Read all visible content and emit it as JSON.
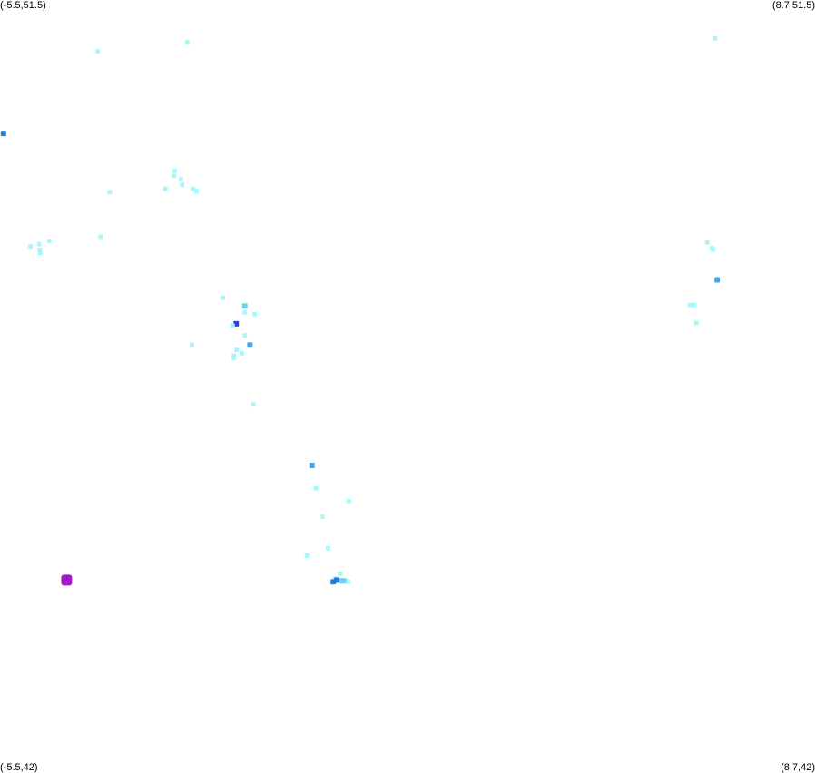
{
  "corners": {
    "top_left": "(-5.5,51.5)",
    "top_right": "(8.7,51.5)",
    "bottom_left": "(-5.5,42)",
    "bottom_right": "(8.7,42)"
  },
  "chart_data": {
    "type": "scatter",
    "xlim": [
      -5.5,
      8.7
    ],
    "ylim": [
      42,
      51.5
    ],
    "legend": "none",
    "grid": false,
    "colors": {
      "low": "#9ef6fb",
      "mid_low": "#5fd3f5",
      "mid": "#3aa0ec",
      "high": "#1f78d8",
      "higher": "#2233dd",
      "peak": "#a010c0"
    },
    "points": [
      {
        "lon": -3.8,
        "lat": 50.87,
        "level": "low"
      },
      {
        "lon": -2.24,
        "lat": 50.98,
        "level": "low"
      },
      {
        "lon": 6.94,
        "lat": 51.03,
        "level": "low"
      },
      {
        "lon": -5.44,
        "lat": 49.86,
        "level": "high"
      },
      {
        "lon": -2.46,
        "lat": 49.4,
        "level": "low"
      },
      {
        "lon": -2.47,
        "lat": 49.34,
        "level": "low"
      },
      {
        "lon": -2.35,
        "lat": 49.3,
        "level": "low"
      },
      {
        "lon": -2.33,
        "lat": 49.23,
        "level": "low"
      },
      {
        "lon": -2.62,
        "lat": 49.18,
        "level": "low"
      },
      {
        "lon": -2.14,
        "lat": 49.18,
        "level": "low"
      },
      {
        "lon": -2.08,
        "lat": 49.15,
        "level": "low"
      },
      {
        "lon": -4.64,
        "lat": 48.54,
        "level": "low"
      },
      {
        "lon": -4.82,
        "lat": 48.5,
        "level": "low"
      },
      {
        "lon": -4.81,
        "lat": 48.43,
        "level": "low"
      },
      {
        "lon": -4.8,
        "lat": 48.39,
        "level": "low"
      },
      {
        "lon": -4.97,
        "lat": 48.47,
        "level": "low"
      },
      {
        "lon": -3.75,
        "lat": 48.59,
        "level": "low"
      },
      {
        "lon": -3.59,
        "lat": 49.14,
        "level": "low"
      },
      {
        "lon": 6.81,
        "lat": 48.52,
        "level": "low"
      },
      {
        "lon": 6.89,
        "lat": 48.45,
        "level": "low"
      },
      {
        "lon": 6.91,
        "lat": 48.43,
        "level": "low"
      },
      {
        "lon": 6.98,
        "lat": 48.06,
        "level": "mid"
      },
      {
        "lon": 6.51,
        "lat": 47.75,
        "level": "low"
      },
      {
        "lon": 6.58,
        "lat": 47.75,
        "level": "low"
      },
      {
        "lon": 6.62,
        "lat": 47.53,
        "level": "low"
      },
      {
        "lon": -1.62,
        "lat": 47.84,
        "level": "low"
      },
      {
        "lon": -1.24,
        "lat": 47.74,
        "level": "mid_low"
      },
      {
        "lon": -1.24,
        "lat": 47.66,
        "level": "low"
      },
      {
        "lon": -1.07,
        "lat": 47.64,
        "level": "low"
      },
      {
        "lon": -1.39,
        "lat": 47.52,
        "level": "higher"
      },
      {
        "lon": -1.45,
        "lat": 47.5,
        "level": "low"
      },
      {
        "lon": -1.24,
        "lat": 47.38,
        "level": "low"
      },
      {
        "lon": -1.15,
        "lat": 47.26,
        "level": "mid"
      },
      {
        "lon": -1.38,
        "lat": 47.2,
        "level": "low"
      },
      {
        "lon": -1.29,
        "lat": 47.16,
        "level": "low"
      },
      {
        "lon": -1.43,
        "lat": 47.13,
        "level": "low"
      },
      {
        "lon": -1.43,
        "lat": 47.1,
        "level": "low"
      },
      {
        "lon": -1.09,
        "lat": 46.53,
        "level": "low"
      },
      {
        "lon": -2.16,
        "lat": 47.26,
        "level": "low"
      },
      {
        "lon": -0.07,
        "lat": 45.78,
        "level": "mid"
      },
      {
        "lon": 0.0,
        "lat": 45.5,
        "level": "low"
      },
      {
        "lon": 0.57,
        "lat": 45.34,
        "level": "low"
      },
      {
        "lon": 0.11,
        "lat": 45.15,
        "level": "low"
      },
      {
        "lon": 0.21,
        "lat": 44.76,
        "level": "low"
      },
      {
        "lon": -0.16,
        "lat": 44.67,
        "level": "low"
      },
      {
        "lon": 0.42,
        "lat": 44.45,
        "level": "low"
      },
      {
        "lon": 0.33,
        "lat": 44.39,
        "level": "low"
      },
      {
        "lon": 0.36,
        "lat": 44.37,
        "level": "high"
      },
      {
        "lon": 0.45,
        "lat": 44.36,
        "level": "mid_low"
      },
      {
        "lon": 0.49,
        "lat": 44.36,
        "level": "mid_low"
      },
      {
        "lon": 0.3,
        "lat": 44.35,
        "level": "high"
      },
      {
        "lon": 0.56,
        "lat": 44.35,
        "level": "low"
      },
      {
        "lon": -4.34,
        "lat": 44.4,
        "level": "mid"
      },
      {
        "lon": -4.34,
        "lat": 44.37,
        "level": "peak"
      }
    ]
  }
}
